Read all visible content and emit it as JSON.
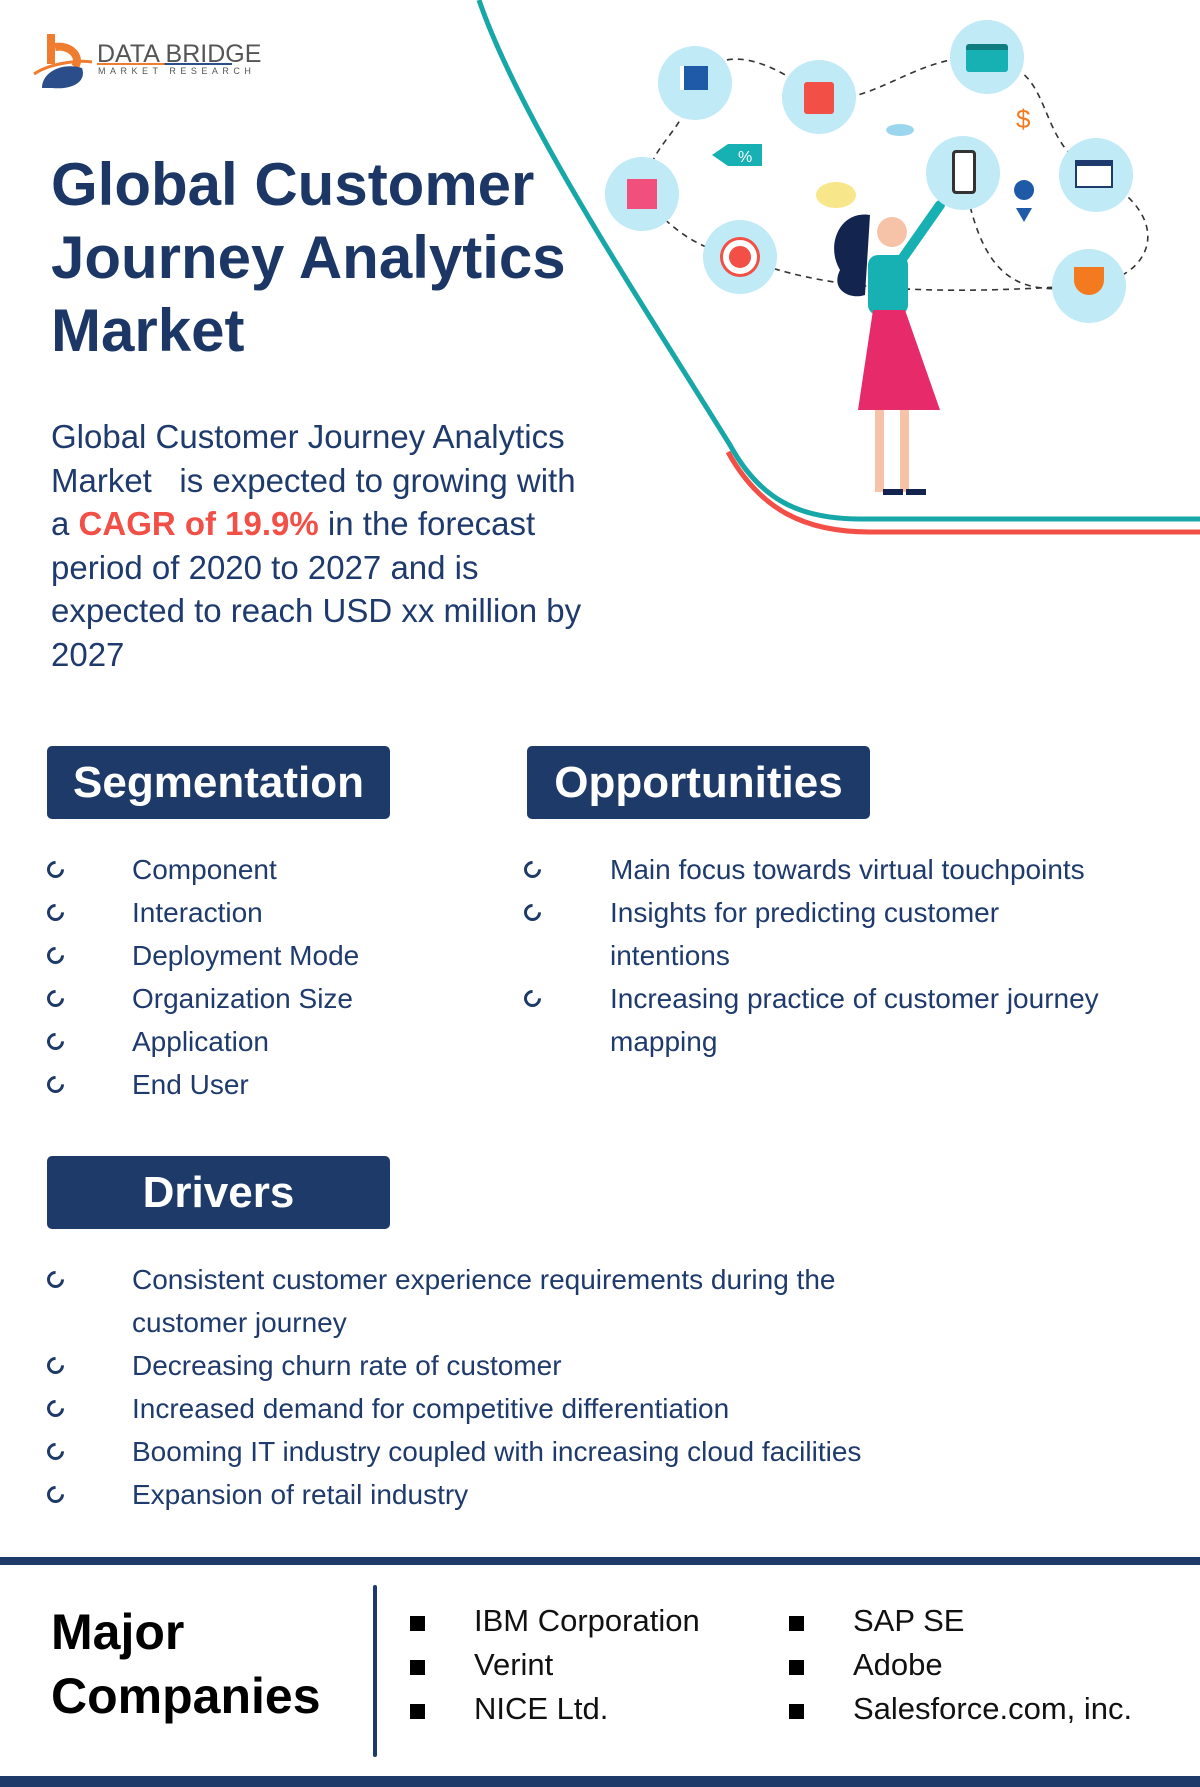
{
  "brand": {
    "name": "DATA BRIDGE",
    "tagline": "MARKET RESEARCH"
  },
  "title_lines": [
    "Global Customer",
    "Journey Analytics",
    "Market"
  ],
  "summary": {
    "lines": [
      "Global Customer Journey Analytics",
      "Market   is expected to growing with"
    ],
    "line3": {
      "pre": "a ",
      "highlight": "CAGR of 19.9%",
      "post": " in the forecast"
    },
    "rest": [
      "period of 2020 to 2027 and is",
      "expected to reach USD xx million by",
      "2027"
    ]
  },
  "segmentation": {
    "title": "Segmentation",
    "items": [
      "Component",
      "Interaction",
      "Deployment Mode",
      "Organization Size",
      "Application",
      "End User"
    ]
  },
  "opportunities": {
    "title": "Opportunities",
    "items": [
      [
        "Main focus towards virtual touchpoints"
      ],
      [
        "Insights for predicting customer",
        "intentions"
      ],
      [
        "Increasing practice of customer journey",
        "mapping"
      ]
    ]
  },
  "drivers": {
    "title": "Drivers",
    "items": [
      [
        "Consistent customer experience requirements during the",
        "customer journey"
      ],
      [
        "Decreasing churn rate of customer"
      ],
      [
        "Increased demand for competitive differentiation"
      ],
      [
        "Booming IT industry coupled with increasing cloud facilities"
      ],
      [
        "Expansion of retail industry"
      ]
    ]
  },
  "companies": {
    "title_lines": [
      "Major",
      "Companies"
    ],
    "col1": [
      "IBM Corporation",
      "Verint",
      "NICE Ltd."
    ],
    "col2": [
      "SAP SE",
      "Adobe",
      "Salesforce.com, inc."
    ]
  },
  "illustration": {
    "percent_tag": "%",
    "dollar": "$"
  },
  "colors": {
    "navy": "#1e3a68",
    "red": "#f24f47",
    "teal": "#17a7a8"
  }
}
